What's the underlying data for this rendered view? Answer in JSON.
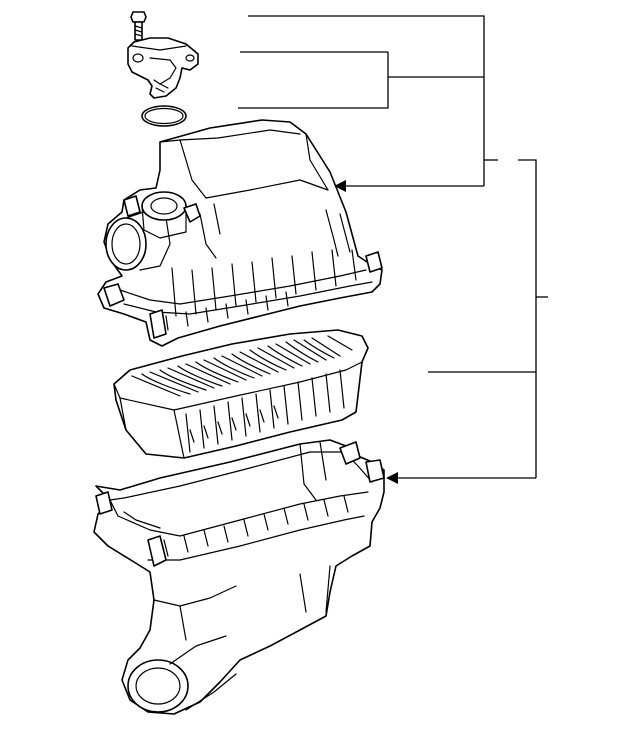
{
  "diagram": {
    "parts": [
      {
        "name": "bolt"
      },
      {
        "name": "air-flow-sensor"
      },
      {
        "name": "o-ring"
      },
      {
        "name": "air-cleaner-cap"
      },
      {
        "name": "air-filter-element"
      },
      {
        "name": "air-cleaner-case"
      }
    ],
    "colors": {
      "line": "#000000",
      "background": "#ffffff"
    }
  }
}
